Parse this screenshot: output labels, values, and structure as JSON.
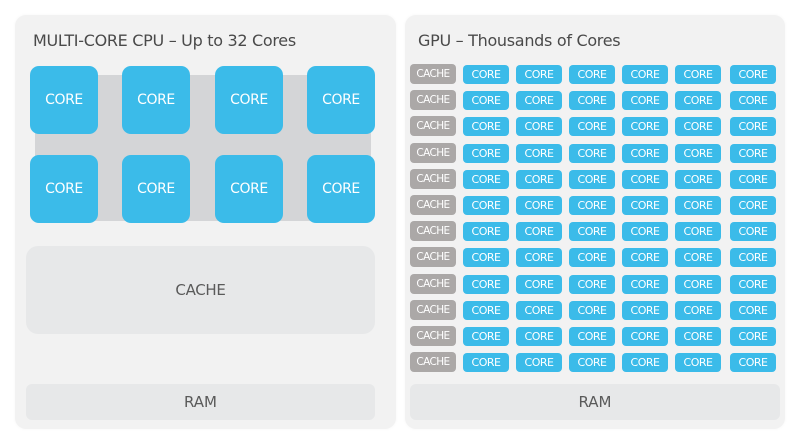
{
  "colors": {
    "panel_bg": "#f2f2f2",
    "core_blue": "#3bbbe9",
    "gpu_cache_gray": "#aba8a7",
    "cpu_backdrop_gray": "#d4d5d7",
    "memory_gray": "#e7e8e9",
    "title_text": "#4a4a4a"
  },
  "cpu": {
    "title": "MULTI-CORE CPU – Up to 32 Cores",
    "cores": [
      "CORE",
      "CORE",
      "CORE",
      "CORE",
      "CORE",
      "CORE",
      "CORE",
      "CORE"
    ],
    "cache_label": "CACHE",
    "ram_label": "RAM"
  },
  "gpu": {
    "title": "GPU – Thousands of Cores",
    "rows": [
      {
        "cache": "CACHE",
        "cores": [
          "CORE",
          "CORE",
          "CORE",
          "CORE",
          "CORE",
          "CORE"
        ]
      },
      {
        "cache": "CACHE",
        "cores": [
          "CORE",
          "CORE",
          "CORE",
          "CORE",
          "CORE",
          "CORE"
        ]
      },
      {
        "cache": "CACHE",
        "cores": [
          "CORE",
          "CORE",
          "CORE",
          "CORE",
          "CORE",
          "CORE"
        ]
      },
      {
        "cache": "CACHE",
        "cores": [
          "CORE",
          "CORE",
          "CORE",
          "CORE",
          "CORE",
          "CORE"
        ]
      },
      {
        "cache": "CACHE",
        "cores": [
          "CORE",
          "CORE",
          "CORE",
          "CORE",
          "CORE",
          "CORE"
        ]
      },
      {
        "cache": "CACHE",
        "cores": [
          "CORE",
          "CORE",
          "CORE",
          "CORE",
          "CORE",
          "CORE"
        ]
      },
      {
        "cache": "CACHE",
        "cores": [
          "CORE",
          "CORE",
          "CORE",
          "CORE",
          "CORE",
          "CORE"
        ]
      },
      {
        "cache": "CACHE",
        "cores": [
          "CORE",
          "CORE",
          "CORE",
          "CORE",
          "CORE",
          "CORE"
        ]
      },
      {
        "cache": "CACHE",
        "cores": [
          "CORE",
          "CORE",
          "CORE",
          "CORE",
          "CORE",
          "CORE"
        ]
      },
      {
        "cache": "CACHE",
        "cores": [
          "CORE",
          "CORE",
          "CORE",
          "CORE",
          "CORE",
          "CORE"
        ]
      },
      {
        "cache": "CACHE",
        "cores": [
          "CORE",
          "CORE",
          "CORE",
          "CORE",
          "CORE",
          "CORE"
        ]
      },
      {
        "cache": "CACHE",
        "cores": [
          "CORE",
          "CORE",
          "CORE",
          "CORE",
          "CORE",
          "CORE"
        ]
      }
    ],
    "ram_label": "RAM"
  }
}
